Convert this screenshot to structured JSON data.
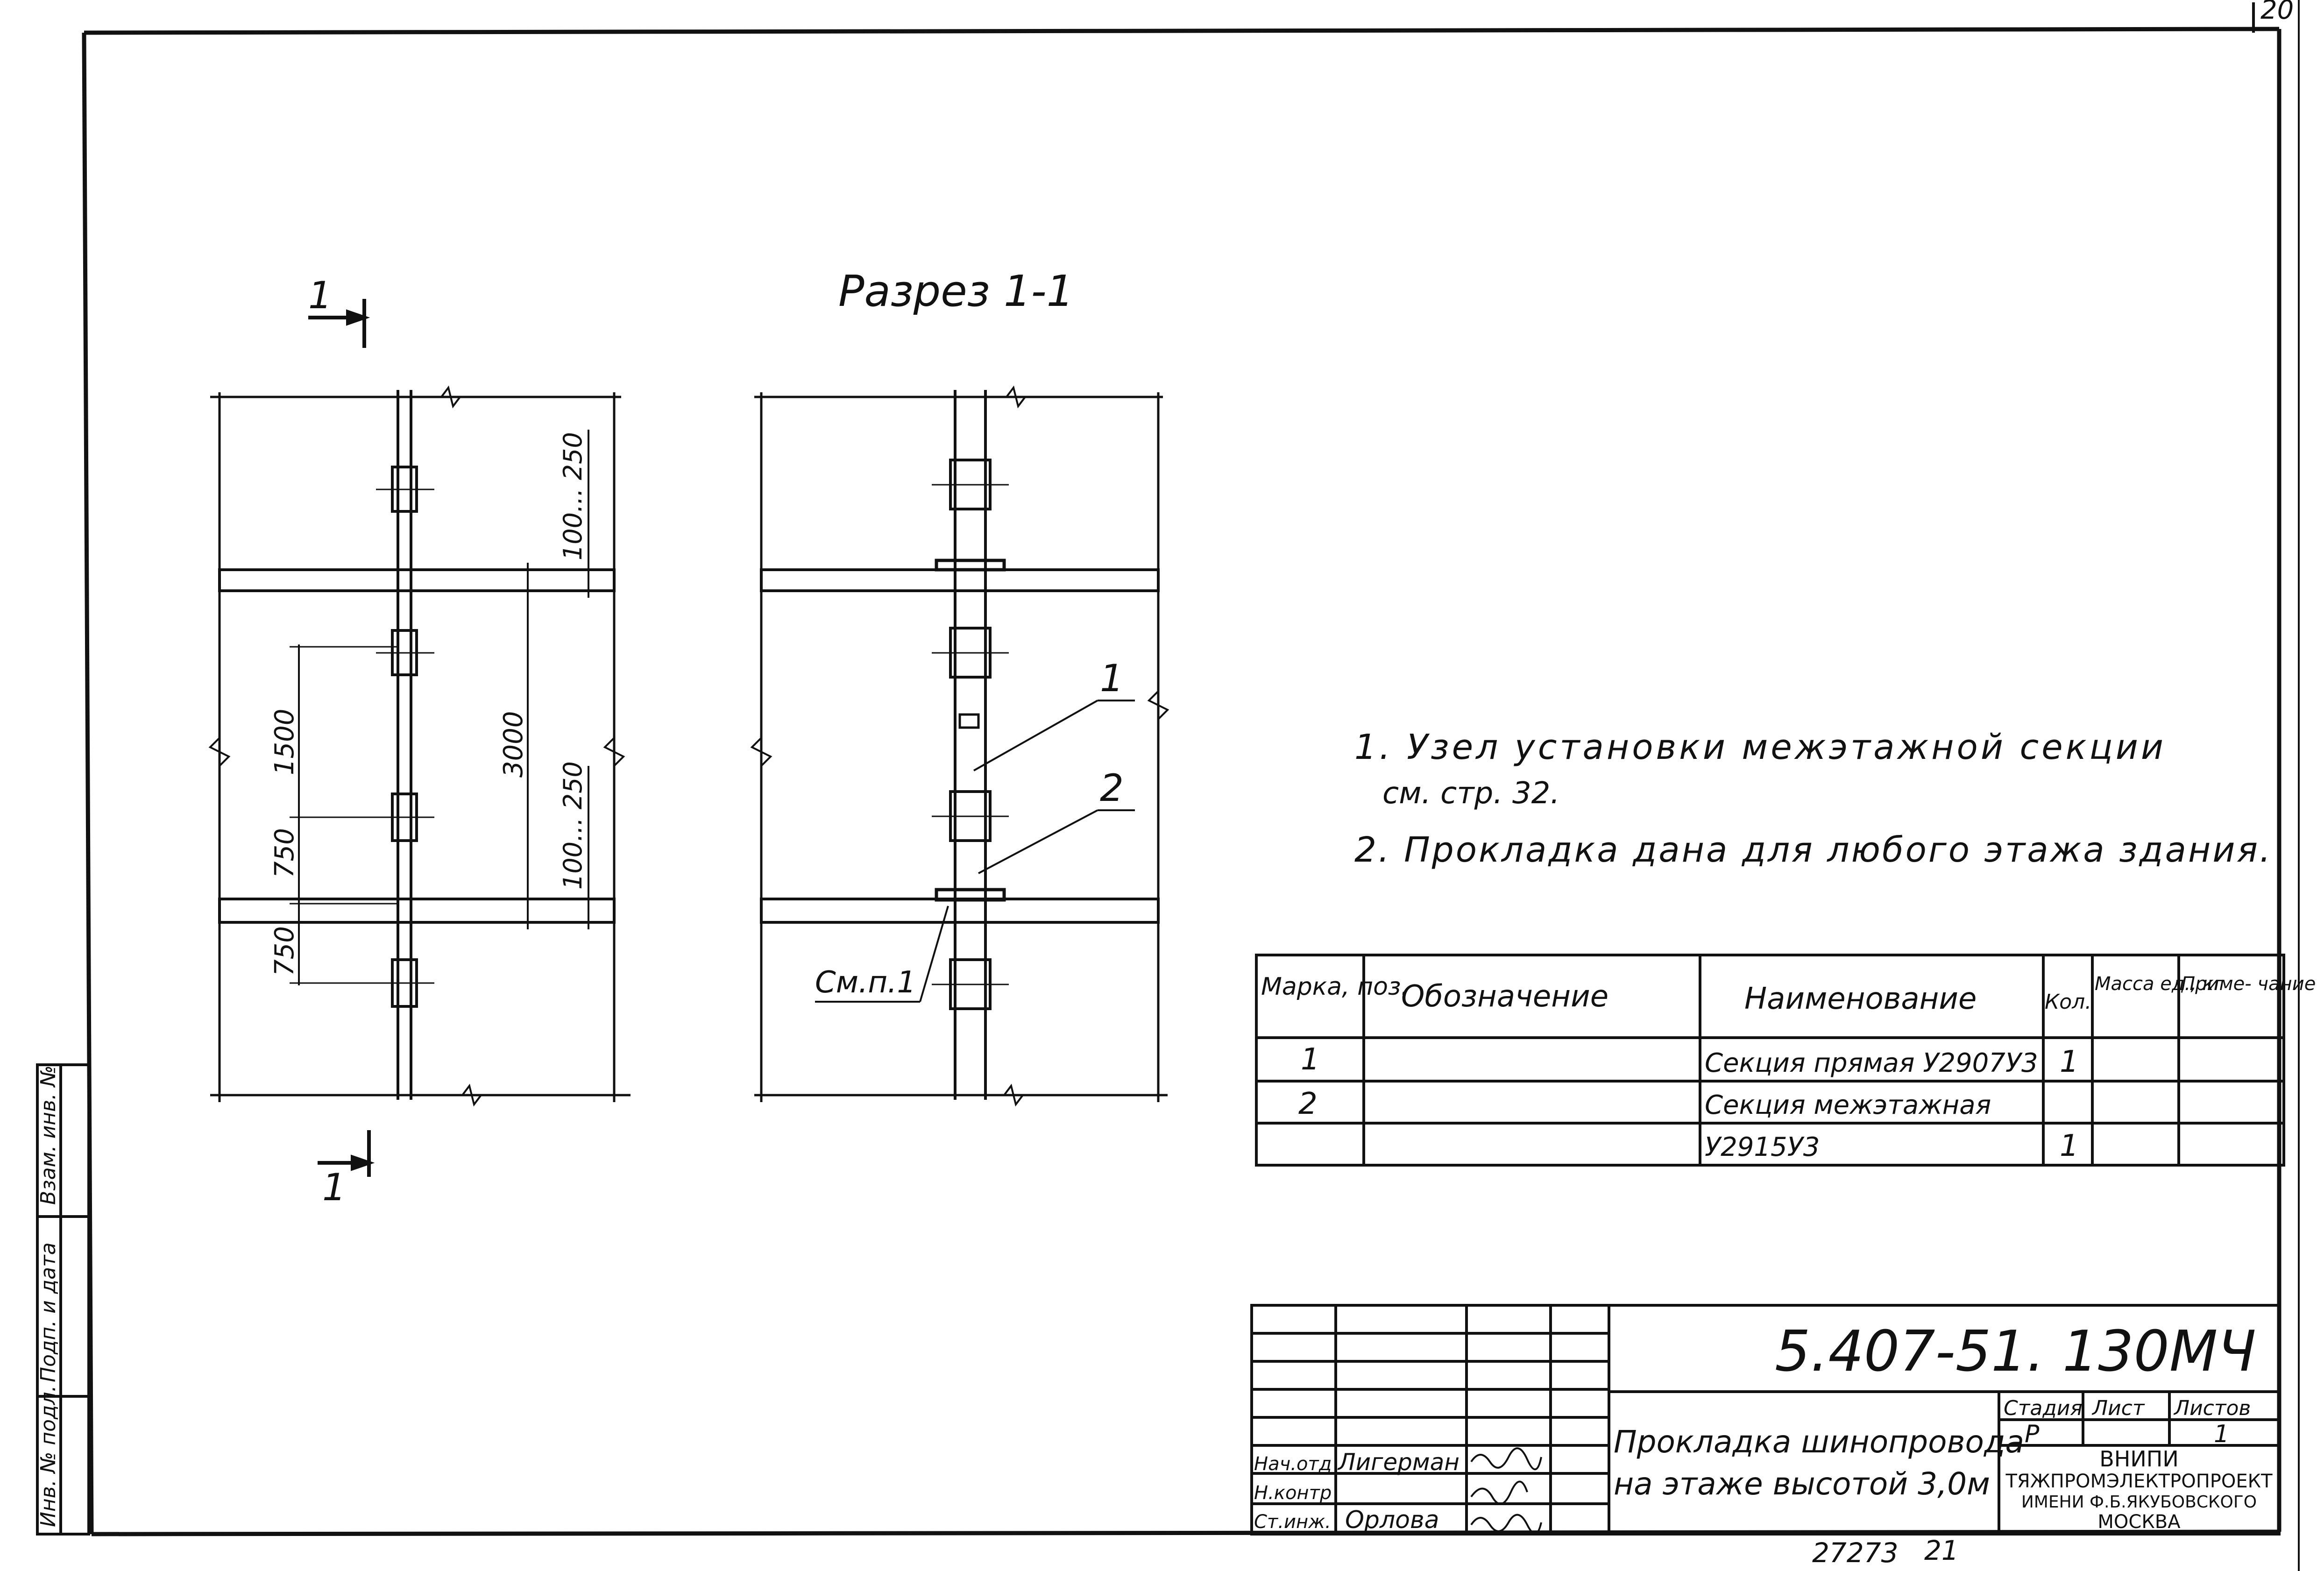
{
  "corner_number": "20",
  "section": {
    "marker_top": "1",
    "marker_bottom": "1",
    "title": "Разрез 1-1",
    "callout_1": "1",
    "callout_2": "2",
    "ref_label": "См.п.1"
  },
  "dimensions": {
    "d100_250_top": "100... 250",
    "d100_250_bottom": "100... 250",
    "d3000": "3000",
    "d1500": "1500",
    "d750_a": "750",
    "d750_b": "750"
  },
  "notes": {
    "line1": "1. Узел установки межэтажной секции",
    "line2": "см. стр. 32.",
    "line3": "2. Прокладка дана для любого этажа здания."
  },
  "spec_table": {
    "headers": {
      "mark": "Марка, поз.",
      "designation": "Обозначение",
      "name": "Наименование",
      "qty": "Кол.",
      "mass": "Масса ед., кг",
      "note": "Приме- чание"
    },
    "rows": [
      {
        "mark": "1",
        "designation": "",
        "name": "Секция прямая У2907У3",
        "qty": "1",
        "mass": "",
        "note": ""
      },
      {
        "mark": "2",
        "designation": "",
        "name": "Секция межэтажная",
        "qty": "",
        "mass": "",
        "note": ""
      },
      {
        "mark": "",
        "designation": "",
        "name": "У2915У3",
        "qty": "1",
        "mass": "",
        "note": ""
      }
    ]
  },
  "title_block": {
    "doc_code": "5.407-51. 130МЧ",
    "title_line1": "Прокладка шинопровода",
    "title_line2": "на этаже высотой 3,0м",
    "stage_label": "Стадия",
    "sheet_label": "Лист",
    "sheets_label": "Листов",
    "stage_value": "Р",
    "sheets_value": "1",
    "org_line1": "ВНИПИ",
    "org_line2": "ТЯЖПРОМЭЛЕКТРОПРОЕКТ",
    "org_line3": "ИМЕНИ Ф.Б.ЯКУБОВСКОГО",
    "org_line4": "МОСКВА",
    "signers": [
      {
        "role": "Нач.отд",
        "name": "Лигерман"
      },
      {
        "role": "Н.контр",
        "name": ""
      },
      {
        "role": "Ст.инж.",
        "name": "Орлова"
      }
    ]
  },
  "side_stamp": {
    "field1": "Инв. № подл.",
    "field2": "Подп. и дата",
    "field3": "Взам. инв. №"
  },
  "footer_number": "21",
  "footer_code": "27273"
}
